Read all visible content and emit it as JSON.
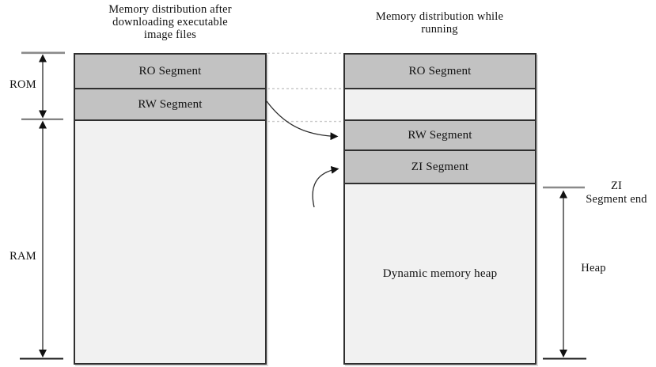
{
  "left_column": {
    "title_lines": [
      "Memory distribution after",
      "downloading executable",
      "image files"
    ],
    "segments": {
      "ro": "RO Segment",
      "rw": "RW Segment"
    }
  },
  "right_column": {
    "title_lines": [
      "Memory distribution while",
      "running"
    ],
    "segments": {
      "ro": "RO Segment",
      "rw": "RW Segment",
      "zi": "ZI Segment",
      "heap": "Dynamic memory heap"
    }
  },
  "labels": {
    "rom": "ROM",
    "ram": "RAM",
    "zi_end_line1": "ZI",
    "zi_end_line2": "Segment end",
    "heap": "Heap"
  },
  "colors": {
    "segment_gray": "#c2c2c2",
    "segment_light": "#f1f1f1",
    "box_border": "#2f2f2f",
    "dashed_connector": "#c9c9c9",
    "arrow_stroke": "#2a2a2a",
    "tick_gray": "#8a8a8a"
  }
}
